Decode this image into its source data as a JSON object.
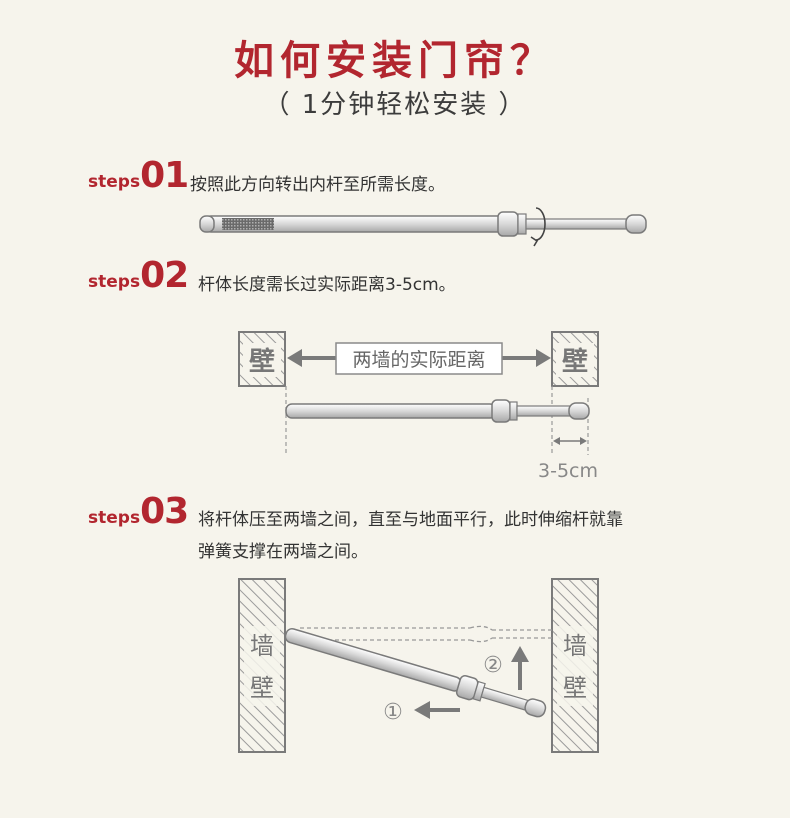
{
  "header": {
    "title": "如何安装门帘？",
    "subtitle": "（ 1分钟轻松安装 ）"
  },
  "steps": [
    {
      "tag": "steps",
      "num": "01",
      "text": "按照此方向转出内杆至所需长度。"
    },
    {
      "tag": "steps",
      "num": "02",
      "text": "杆体长度需长过实际距离3-5cm。"
    },
    {
      "tag": "steps",
      "num": "03",
      "text_line1": "将杆体压至两墙之间，直至与地面平行，此时伸缩杆就靠",
      "text_line2": "弹簧支撑在两墙之间。"
    }
  ],
  "diagram2": {
    "wall_left": "壁",
    "wall_right": "壁",
    "distance_label": "两墙的实际距离",
    "extra_label": "3-5cm"
  },
  "diagram3": {
    "wall_left_top": "墙",
    "wall_left_bottom": "壁",
    "wall_right_top": "墙",
    "wall_right_bottom": "壁",
    "marker_1": "①",
    "marker_2": "②"
  },
  "colors": {
    "accent": "#b2262f",
    "line": "#8a8a8a",
    "text": "#333333",
    "background": "#f6f4ec"
  }
}
